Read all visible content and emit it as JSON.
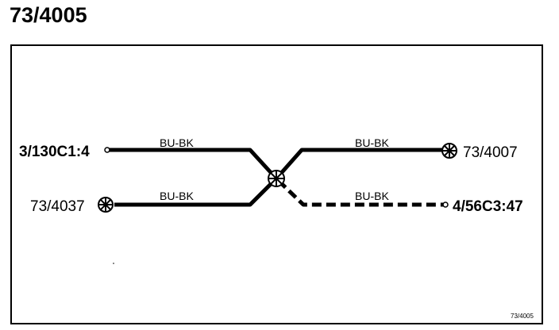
{
  "diagram": {
    "title": "73/4005",
    "reference": "73/4005",
    "connectors": {
      "left_top": "3/130C1:4",
      "left_bottom": "73/4037",
      "right_top": "73/4007",
      "right_bottom": "4/56C3:47"
    },
    "wires": [
      {
        "id": "wire-left-top",
        "color": "BU-BK"
      },
      {
        "id": "wire-left-bottom",
        "color": "BU-BK"
      },
      {
        "id": "wire-right-top",
        "color": "BU-BK"
      },
      {
        "id": "wire-right-bottom",
        "color": "BU-BK"
      }
    ],
    "icons": {
      "splice": "splice-icon",
      "ground": "ground-icon",
      "pin": "pin-icon"
    }
  }
}
